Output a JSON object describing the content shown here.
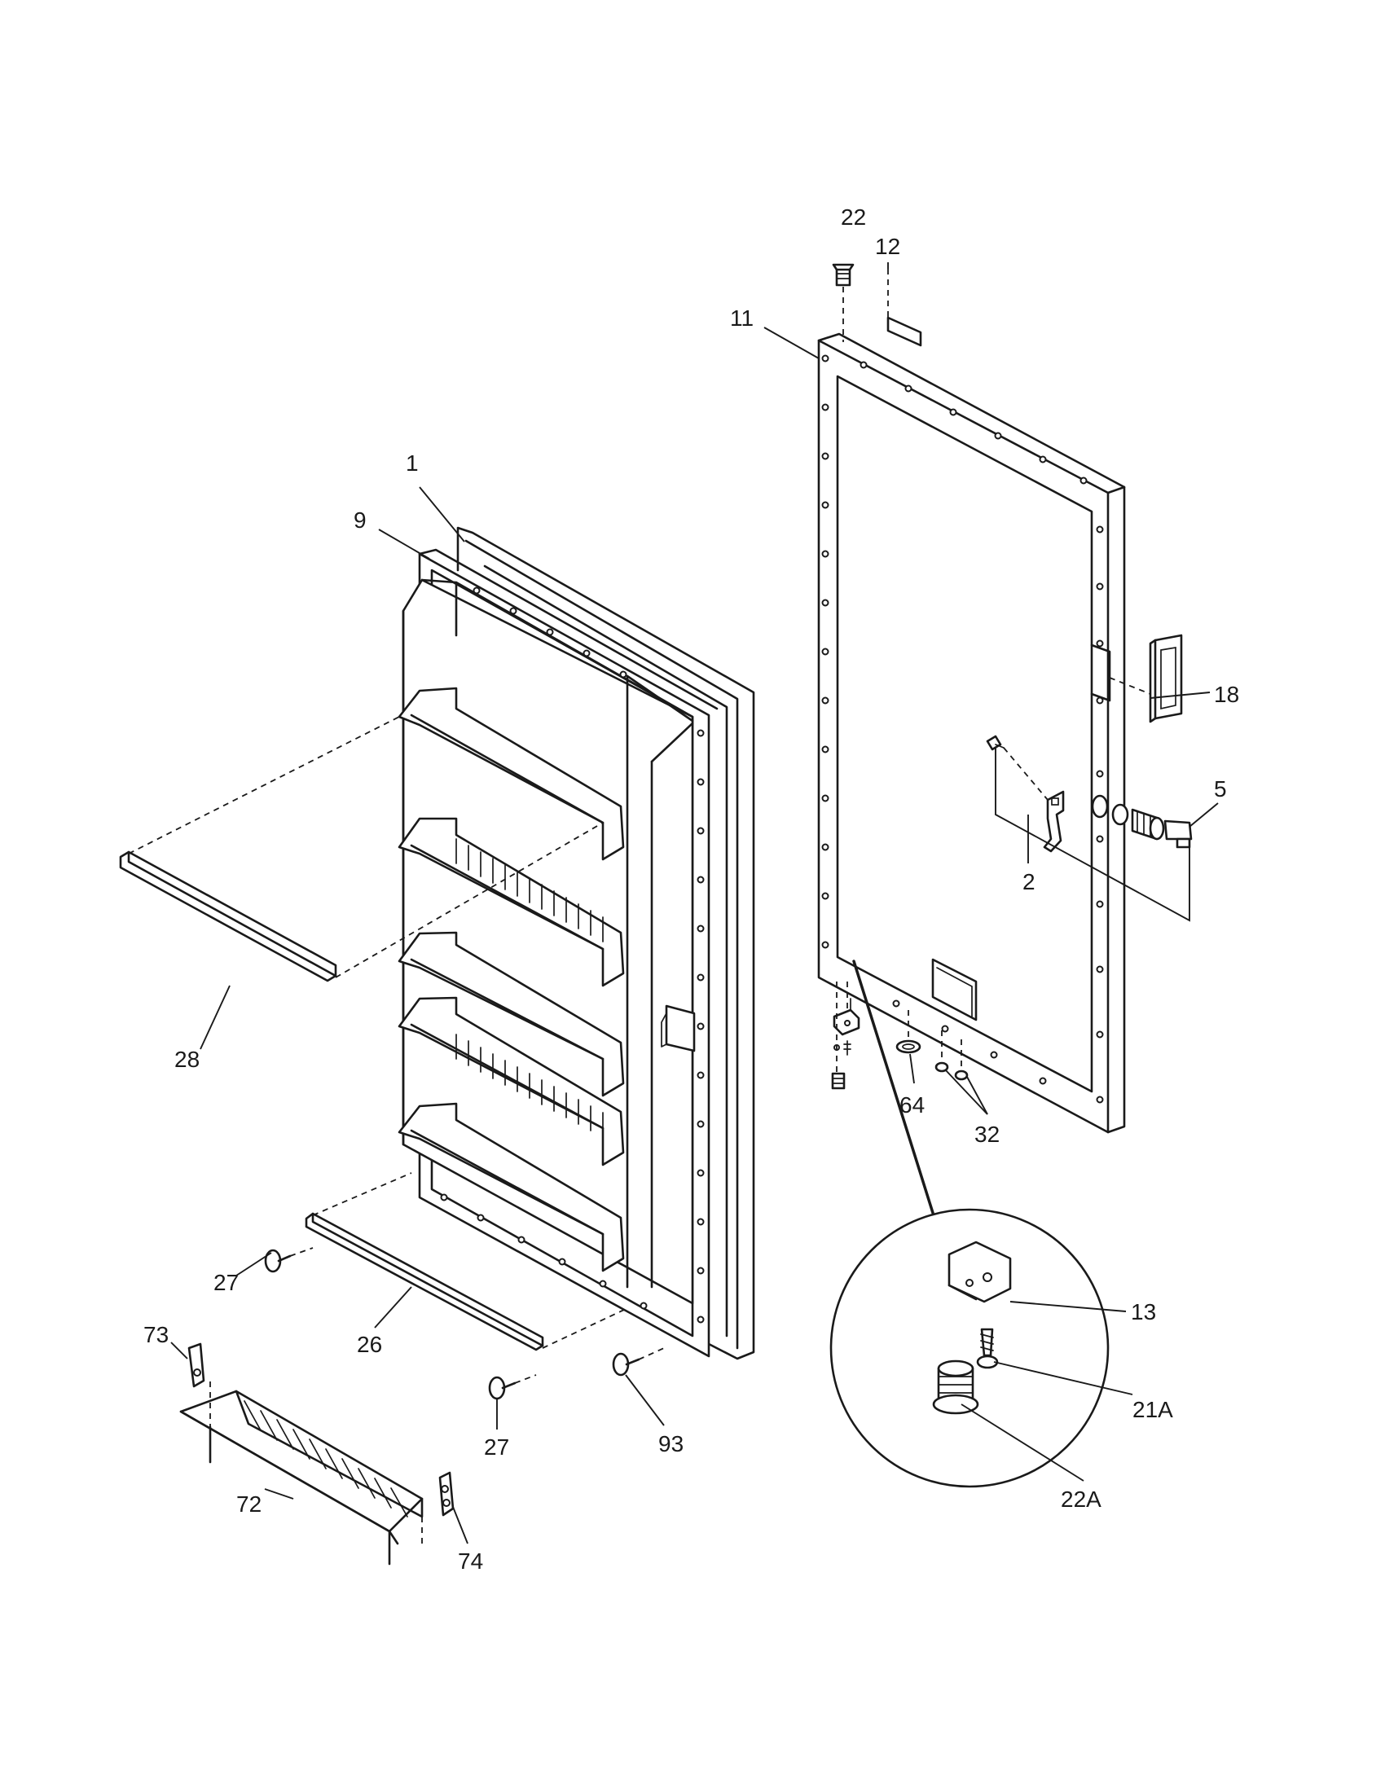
{
  "callouts": {
    "c1": "1",
    "c2": "2",
    "c5": "5",
    "c9": "9",
    "c11": "11",
    "c12": "12",
    "c13": "13",
    "c18": "18",
    "c21A": "21A",
    "c22": "22",
    "c22A": "22A",
    "c26": "26",
    "c27a": "27",
    "c27b": "27",
    "c28": "28",
    "c32": "32",
    "c64": "64",
    "c72": "72",
    "c73": "73",
    "c74": "74",
    "c93": "93"
  }
}
